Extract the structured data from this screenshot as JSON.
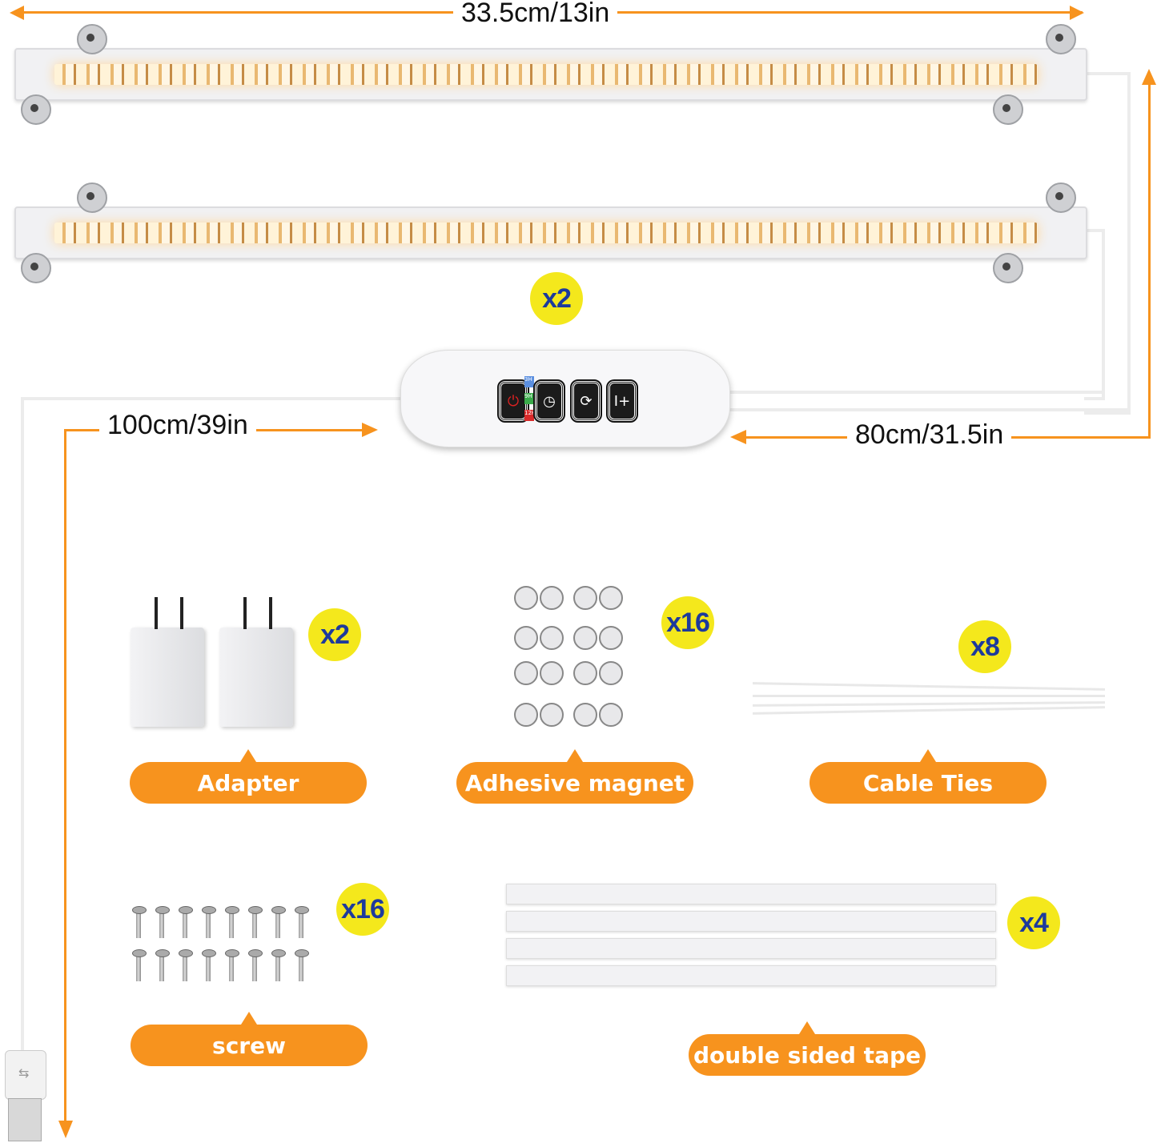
{
  "dimensions": {
    "bar_length": "33.5cm/13in",
    "cable_to_plug": "100cm/39in",
    "cable_to_bars": "80cm/31.5in"
  },
  "controller": {
    "buttons": [
      "power",
      "timer",
      "cycle",
      "brightness-plus"
    ],
    "timer_indicators": [
      "3H",
      "9H",
      "12H"
    ]
  },
  "light_bars": {
    "count_label": "x2"
  },
  "accessories": [
    {
      "label": "Adapter",
      "count": "x2"
    },
    {
      "label": "Adhesive magnet",
      "count": "x16"
    },
    {
      "label": "Cable  Ties",
      "count": "x8"
    },
    {
      "label": "screw",
      "count": "x16"
    },
    {
      "label": "double sided tape",
      "count": "x4"
    }
  ],
  "colors": {
    "accent": "#f7931e",
    "badge": "#f4e81c",
    "badge_text": "#1d3a9c"
  }
}
